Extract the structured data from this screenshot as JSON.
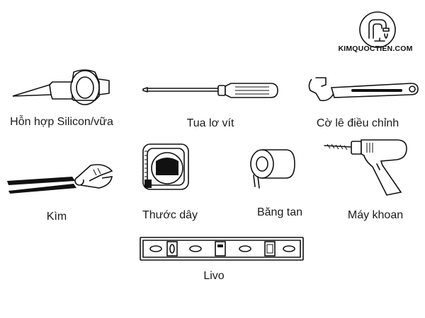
{
  "brand": {
    "name": "KIMQUOCTIEN.COM"
  },
  "tools": [
    {
      "id": "silicon-gun",
      "label": "Hỗn hợp Silicon/vữa"
    },
    {
      "id": "screwdriver",
      "label": "Tua lơ vít"
    },
    {
      "id": "wrench",
      "label": "Cờ lê điều chỉnh"
    },
    {
      "id": "pliers",
      "label": "Kìm"
    },
    {
      "id": "tape-measure",
      "label": "Thước dây"
    },
    {
      "id": "tape",
      "label": "Băng tan"
    },
    {
      "id": "drill",
      "label": "Máy khoan"
    },
    {
      "id": "level",
      "label": "Livo"
    }
  ]
}
